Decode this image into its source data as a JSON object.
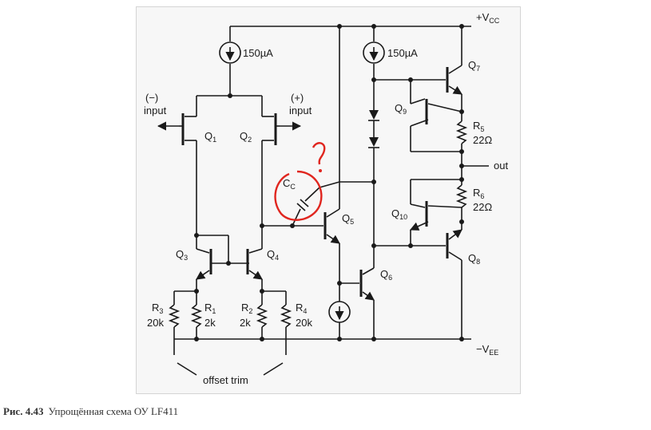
{
  "caption": {
    "figure_number": "Рис. 4.43",
    "text": "Упрощённая схема ОУ LF411"
  },
  "labels": {
    "vcc": "+V",
    "vcc_sub": "CC",
    "vee": "−V",
    "vee_sub": "EE",
    "cs1": "150µA",
    "cs2": "150µA",
    "inv_sign": "(−)",
    "inv_word": "input",
    "noninv_sign": "(+)",
    "noninv_word": "input",
    "q1": "Q",
    "q1_sub": "1",
    "q2": "Q",
    "q2_sub": "2",
    "q3": "Q",
    "q3_sub": "3",
    "q4": "Q",
    "q4_sub": "4",
    "q5": "Q",
    "q5_sub": "5",
    "q6": "Q",
    "q6_sub": "6",
    "q7": "Q",
    "q7_sub": "7",
    "q8": "Q",
    "q8_sub": "8",
    "q9": "Q",
    "q9_sub": "9",
    "q10": "Q",
    "q10_sub": "10",
    "cc": "C",
    "cc_sub": "C",
    "r1_name": "R",
    "r1_sub": "1",
    "r1_val": "2k",
    "r2_name": "R",
    "r2_sub": "2",
    "r2_val": "2k",
    "r3_name": "R",
    "r3_sub": "3",
    "r3_val": "20k",
    "r4_name": "R",
    "r4_sub": "4",
    "r4_val": "20k",
    "r5_name": "R",
    "r5_sub": "5",
    "r5_val": "22Ω",
    "r6_name": "R",
    "r6_sub": "6",
    "r6_val": "22Ω",
    "out": "out",
    "offset": "offset trim"
  },
  "annotation": {
    "mark": "?",
    "color": "#e0261f"
  }
}
